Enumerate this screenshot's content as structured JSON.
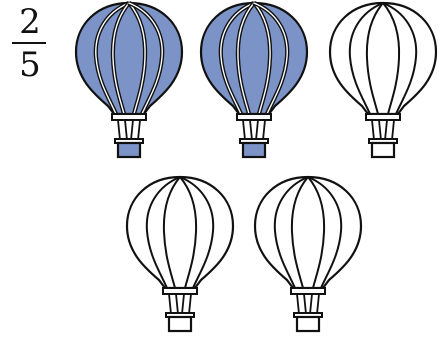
{
  "fraction": {
    "numerator": "2",
    "denominator": "5"
  },
  "balloons": {
    "total": 5,
    "shaded": 2,
    "fill_color": "#7b93c6",
    "outline_color": "#111111",
    "unshaded_color": "#ffffff"
  }
}
